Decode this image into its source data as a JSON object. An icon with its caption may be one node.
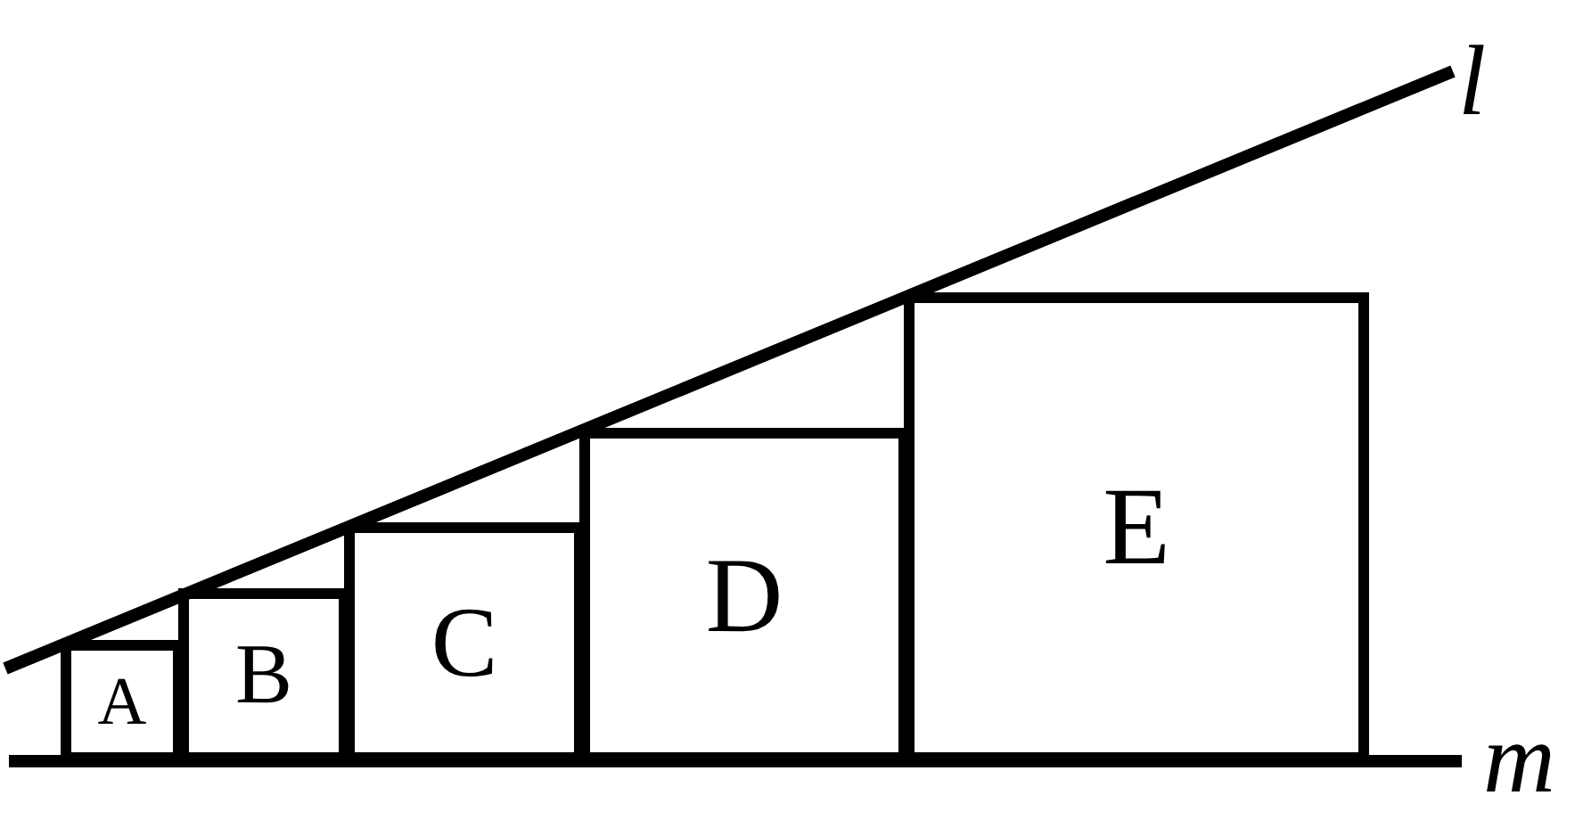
{
  "diagram": {
    "nodes": [
      {
        "text": [
          "A"
        ]
      },
      {
        "text": [
          "B"
        ]
      },
      {
        "text": [
          "C"
        ]
      },
      {
        "text": [
          "D"
        ]
      },
      {
        "text": [
          "E"
        ]
      }
    ],
    "labels": [
      "l",
      "m"
    ]
  }
}
